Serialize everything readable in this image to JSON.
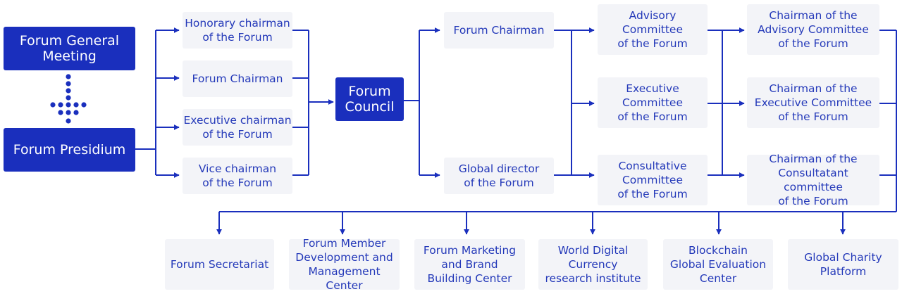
{
  "diagram": {
    "colors": {
      "primary": "#1a2fbd",
      "box_fill": "#f3f4f8",
      "text": "#2439b9"
    },
    "nodes": {
      "general_meeting": "Forum General\nMeeting",
      "presidium": "Forum Presidium",
      "honorary_chairman": "Honorary chairman\nof the Forum",
      "chairman_1": "Forum Chairman",
      "executive_chairman": "Executive chairman\nof the Forum",
      "vice_chairman": "Vice chairman\nof the Forum",
      "council": "Forum\nCouncil",
      "chairman_2": "Forum Chairman",
      "global_director": "Global director\nof the Forum",
      "advisory_committee": "Advisory\nCommittee\nof the Forum",
      "executive_committee": "Executive\nCommittee\nof the Forum",
      "consultative_committee": "Consultative\nCommittee\nof the Forum",
      "chair_advisory": "Chairman of the\nAdvisory Committee\nof the Forum",
      "chair_executive": "Chairman of the\nExecutive Committee\nof the Forum",
      "chair_consultative": "Chairman of the\nConsultatant committee\nof the Forum",
      "secretariat": "Forum Secretariat",
      "member_center": "Forum Member\nDevelopment and\nManagement Center",
      "marketing_center": "Forum Marketing\nand Brand\nBuilding Center",
      "research_institute": "World Digital\nCurrency\nresearch institute",
      "blockchain_center": "Blockchain\nGlobal Evaluation\nCenter",
      "charity_platform": "Global Charity\nPlatform"
    }
  }
}
